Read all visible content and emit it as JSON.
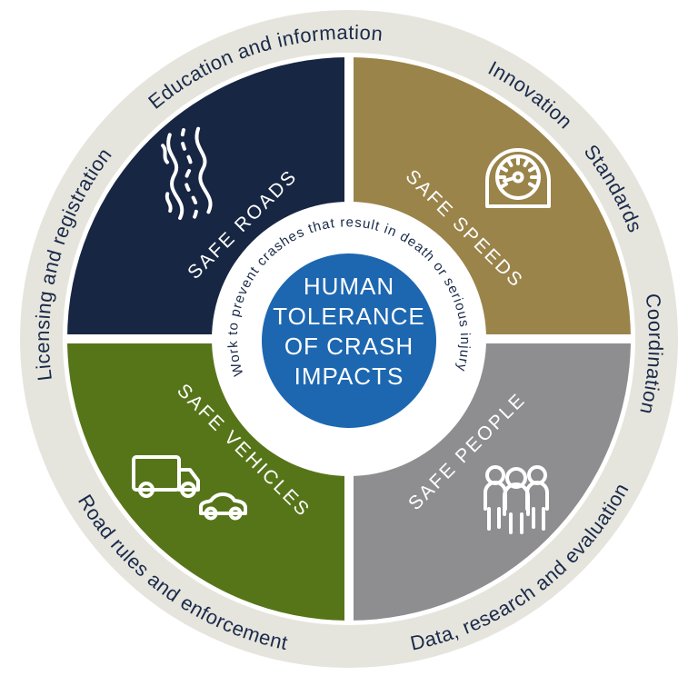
{
  "diagram": {
    "type": "safe-system-wheel",
    "center_circle": {
      "color": "#1d67b1",
      "lines": [
        "HUMAN",
        "TOLERANCE",
        "OF CRASH",
        "IMPACTS"
      ],
      "ring_text": "Work to prevent crashes that result in death or serious injury"
    },
    "quadrants": [
      {
        "label": "SAFE ROADS",
        "icon": "winding-road-icon",
        "color": "#172642",
        "position": "top-left"
      },
      {
        "label": "SAFE SPEEDS",
        "icon": "speedometer-icon",
        "color": "#9a844a",
        "position": "top-right"
      },
      {
        "label": "SAFE VEHICLES",
        "icon": "truck-and-car-icon",
        "color": "#567519",
        "position": "bottom-left"
      },
      {
        "label": "SAFE PEOPLE",
        "icon": "people-group-icon",
        "color": "#8e8e90",
        "position": "bottom-right"
      }
    ],
    "outer_ring": {
      "color": "#e6e5dd",
      "text_color": "#1a2a4a",
      "labels": {
        "licensing": "Licensing and registration",
        "education": "Education and information",
        "innovation": "Innovation",
        "standards": "Standards",
        "coordination": "Coordination",
        "data_research": "Data, research and evaluation",
        "road_rules": "Road rules and enforcement"
      }
    }
  }
}
